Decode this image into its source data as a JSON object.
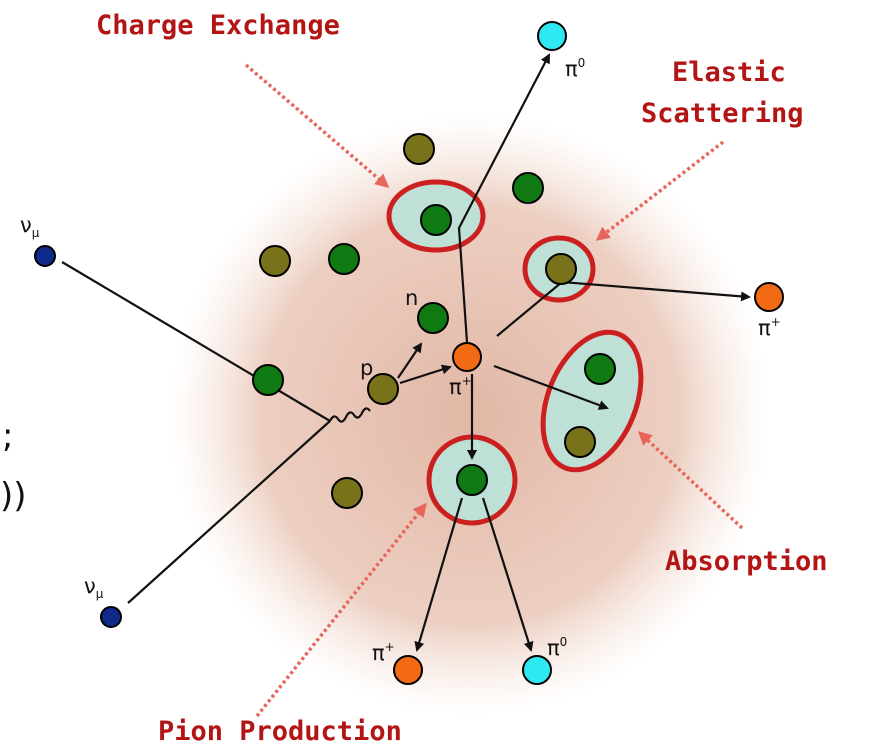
{
  "callouts": {
    "charge_exchange": "Charge Exchange",
    "elastic_line1": "Elastic",
    "elastic_line2": "Scattering",
    "absorption": "Absorption",
    "pion_production": "Pion Production"
  },
  "particles": {
    "nu": "ν",
    "mu_sub": "μ",
    "p": "p",
    "n": "n",
    "pi": "π",
    "plus_sup": "+",
    "zero_sup": "0"
  },
  "edge_fragments": {
    "semicolon": ";",
    "parens": "))"
  },
  "colors": {
    "nucleus_glow": "#e2b9a6",
    "callout_red": "#b31414",
    "region_fill": "#bfe0d6",
    "region_stroke": "#cc1f1f",
    "green_nucleon": "#0f7a12",
    "olive_nucleon": "#78731a",
    "pi_plus": "#f26b14",
    "pi_zero": "#2ee8f2",
    "neutrino": "#102a8a"
  }
}
